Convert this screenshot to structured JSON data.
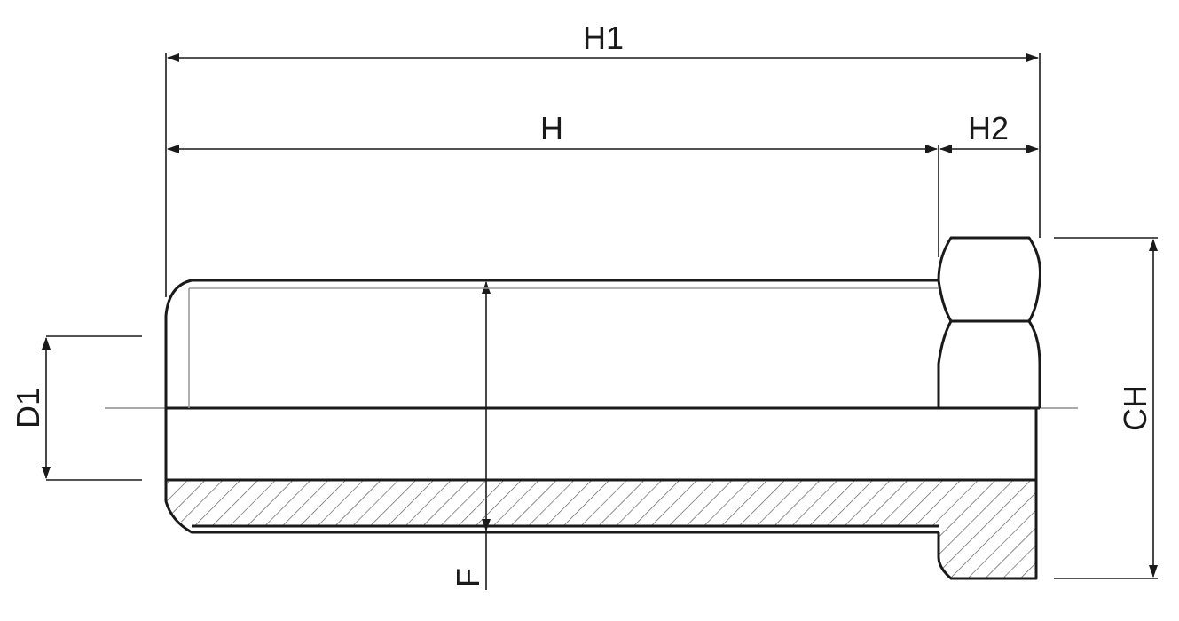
{
  "labels": {
    "h1": "H1",
    "h": "H",
    "h2": "H2",
    "d1": "D1",
    "ch": "CH",
    "f": "F"
  },
  "colors": {
    "line": "#1a1a1a",
    "thread": "#9a9a9a",
    "hatch": "#555555",
    "background": "#ffffff"
  }
}
